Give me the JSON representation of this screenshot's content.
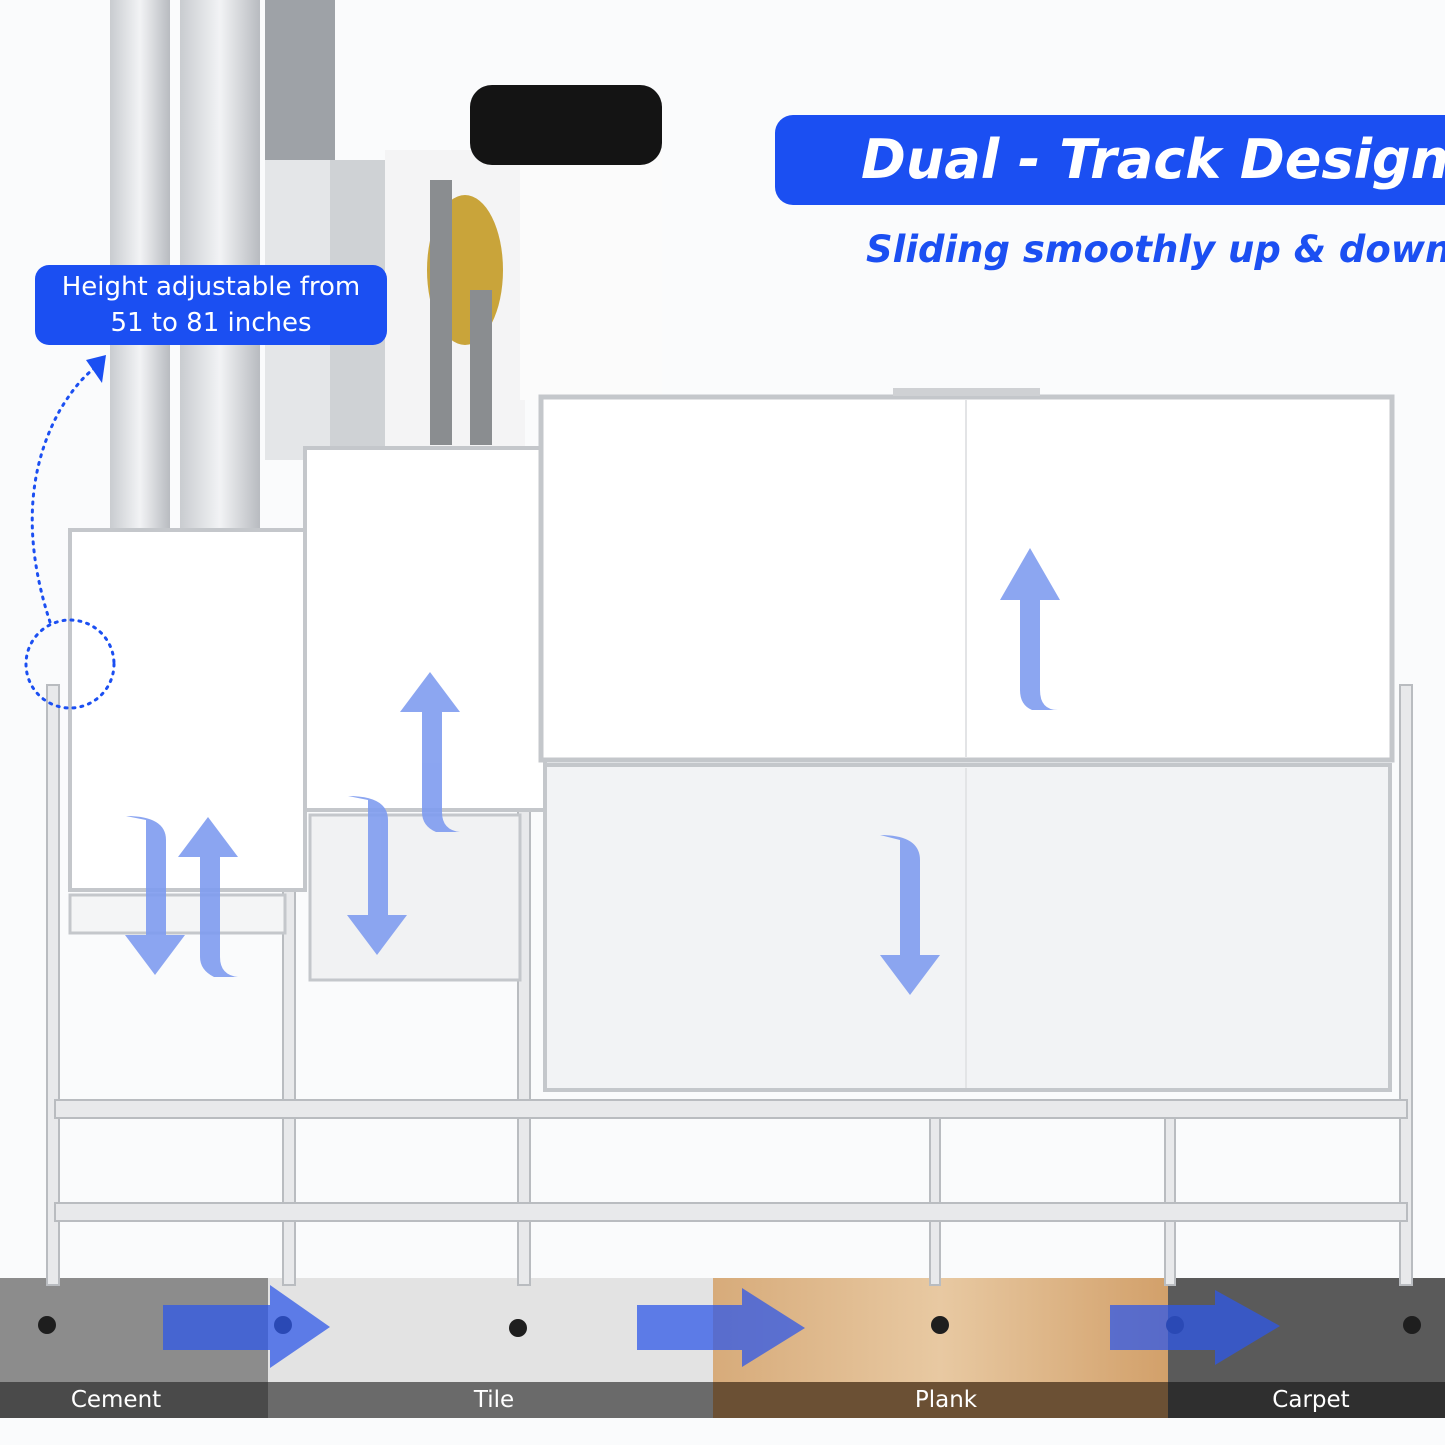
{
  "title": "Dual - Track Design",
  "subtitle": "Sliding smoothly up & down",
  "callout": {
    "line1": "Height adjustable from",
    "line2": "51 to 81 inches"
  },
  "floors": [
    {
      "label": "Cement"
    },
    {
      "label": "Tile"
    },
    {
      "label": "Plank"
    },
    {
      "label": "Carpet"
    }
  ],
  "colors": {
    "accent": "#1b4ff2",
    "arrow": "#7f9cf0"
  }
}
